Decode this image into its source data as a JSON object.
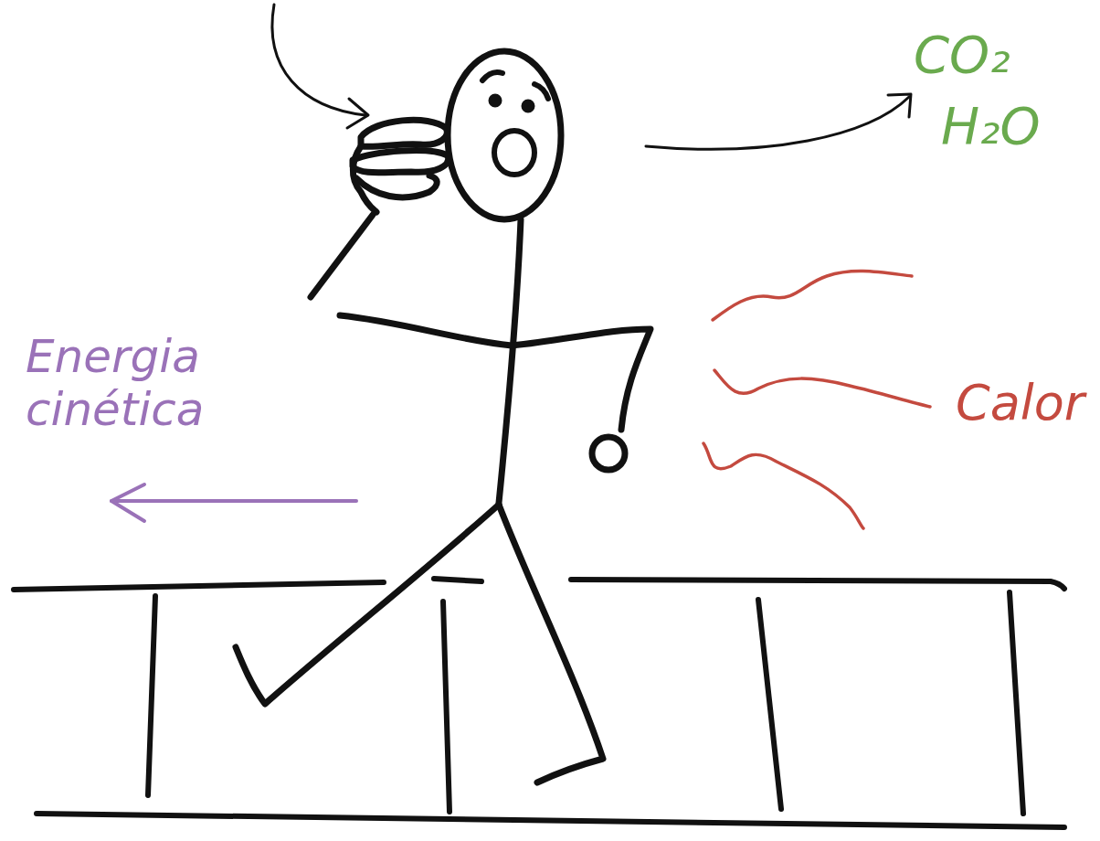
{
  "diagram": {
    "labels": [
      "CO₂",
      "H₂O",
      "Energia cinética",
      "Calor"
    ]
  }
}
